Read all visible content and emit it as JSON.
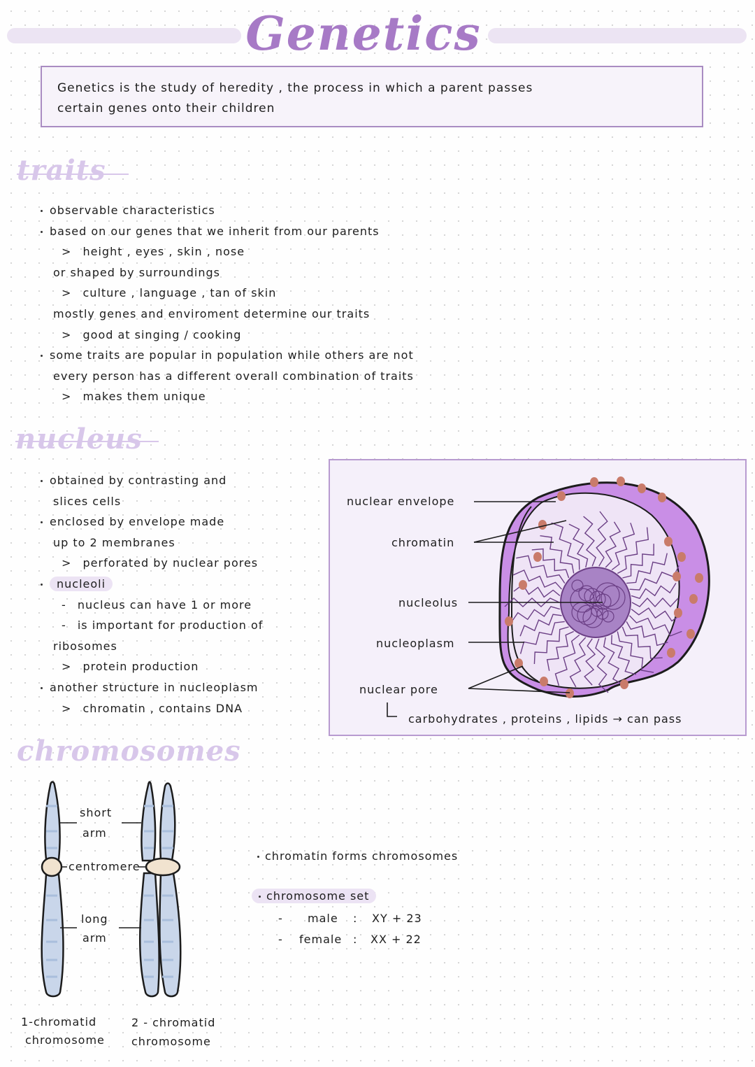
{
  "title": "Genetics",
  "definition": {
    "line1": "Genetics  is  the  study  of  heredity ,  the  process  in  which  a  parent  passes",
    "line2": "certain  genes  onto  their  children"
  },
  "sections": {
    "traits": {
      "heading": "traits",
      "lines": [
        {
          "bullet": "dot",
          "text": "observable  characteristics"
        },
        {
          "bullet": "dot",
          "text": "based  on  our  genes  that  we  inherit  from  our  parents"
        },
        {
          "bullet": ">",
          "text": "height ,  eyes ,  skin ,  nose"
        },
        {
          "bullet": "",
          "text": "or  shaped  by  surroundings"
        },
        {
          "bullet": ">",
          "text": "culture ,  language ,  tan  of  skin"
        },
        {
          "bullet": "",
          "text": "mostly  genes  and  enviroment  determine  our  traits"
        },
        {
          "bullet": ">",
          "text": "good  at  singing / cooking"
        },
        {
          "bullet": "dot",
          "text": "some  traits  are  popular   in  population  while  others  are  not"
        },
        {
          "bullet": "",
          "text": "every  person  has  a  different  overall  combination  of  traits"
        },
        {
          "bullet": ">",
          "text": "makes  them  unique"
        }
      ]
    },
    "nucleus": {
      "heading": "nucleus",
      "lines": [
        {
          "bullet": "dot",
          "text": "obtained  by  contrasting  and"
        },
        {
          "bullet": "",
          "text": "slices  cells"
        },
        {
          "bullet": "dot",
          "text": "enclosed  by  envelope  made"
        },
        {
          "bullet": "",
          "text": "up  to  2  membranes"
        },
        {
          "bullet": ">",
          "text": "perforated  by  nuclear  pores"
        },
        {
          "bullet": "dot",
          "text": "nucleoli"
        },
        {
          "bullet": "-",
          "text": "nucleus  can  have   1  or  more"
        },
        {
          "bullet": "-",
          "text": "is  important  for  production  of"
        },
        {
          "bullet": "",
          "text": "ribosomes"
        },
        {
          "bullet": ">",
          "text": "protein  production"
        },
        {
          "bullet": "dot",
          "text": "another  structure  in  nucleoplasm"
        },
        {
          "bullet": ">",
          "text": "chromatin ,  contains  DNA"
        }
      ],
      "diagram": {
        "labels": {
          "envelope": "nuclear  envelope",
          "chromatin": "chromatin",
          "nucleolus": "nucleolus",
          "nucleoplasm": "nucleoplasm",
          "pore": "nuclear  pore",
          "pass_note": "carbohydrates ,  proteins ,  lipids    →   can  pass"
        },
        "colors": {
          "envelope": "#c98ee6",
          "pore": "#c97b6a",
          "interior": "#efe4f6",
          "chromatin": "#6b3f85",
          "nucleolus": "#a883c5"
        }
      }
    },
    "chromosomes": {
      "heading": "chromosomes",
      "labels": {
        "short_arm_1": "short",
        "short_arm_2": "arm",
        "centromere": "centromere",
        "long_arm_1": "long",
        "long_arm_2": "arm",
        "one_chromatid_1": "1-chromatid",
        "one_chromatid_2": "chromosome",
        "two_chromatid_1": "2 - chromatid",
        "two_chromatid_2": "chromosome"
      },
      "notes": {
        "line1": "chromatin  forms  chromosomes",
        "set_heading": "chromosome  set",
        "male_label": "male",
        "male_value": "XY  +  23",
        "female_label": "female",
        "female_value": "XX  +  22"
      },
      "colors": {
        "chromatid": "#c9d6ea",
        "band": "#a9bedc",
        "centromere": "#f1e3cf"
      }
    }
  }
}
